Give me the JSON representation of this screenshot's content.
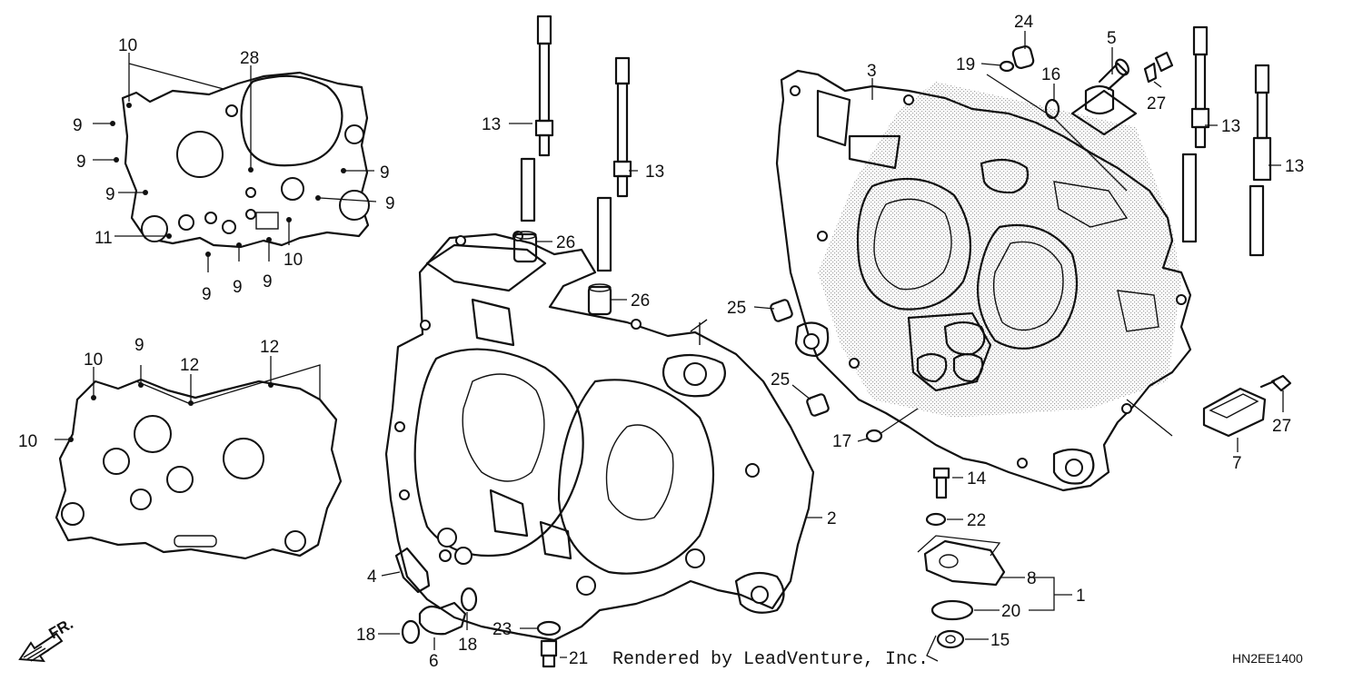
{
  "diagram": {
    "part_callouts": [
      "1",
      "2",
      "3",
      "4",
      "5",
      "6",
      "7",
      "8",
      "9",
      "10",
      "11",
      "12",
      "13",
      "14",
      "15",
      "16",
      "17",
      "18",
      "19",
      "20",
      "21",
      "22",
      "23",
      "24",
      "25",
      "26",
      "27",
      "28"
    ],
    "direction_label": "FR.",
    "credit": "Rendered by LeadVenture, Inc.",
    "diagram_code": "HN2EE1400",
    "palette": {
      "line": "#111111",
      "background": "#ffffff",
      "stipple": "#555555"
    }
  }
}
